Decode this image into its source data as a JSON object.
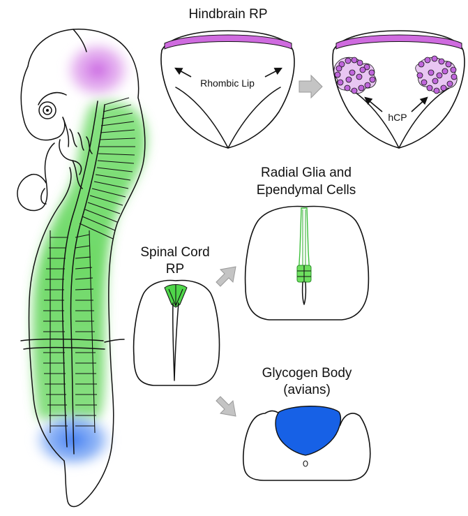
{
  "labels": {
    "hindbrain_rp": "Hindbrain RP",
    "rhombic_lip": "Rhombic Lip",
    "hcp": "hCP",
    "radial_glia_line1": "Radial Glia and",
    "radial_glia_line2": "Ependymal Cells",
    "spinal_cord_line1": "Spinal Cord",
    "spinal_cord_line2": "RP",
    "glycogen_line1": "Glycogen Body",
    "glycogen_line2": "(avians)"
  },
  "colors": {
    "hindbrain_purple": "#cf6bdf",
    "spinal_green": "#4fd64a",
    "tail_blue": "#3f7ff0",
    "glycogen_blue": "#1761e6",
    "arrow_gray": "#c4c4c4",
    "outline": "#111111"
  }
}
